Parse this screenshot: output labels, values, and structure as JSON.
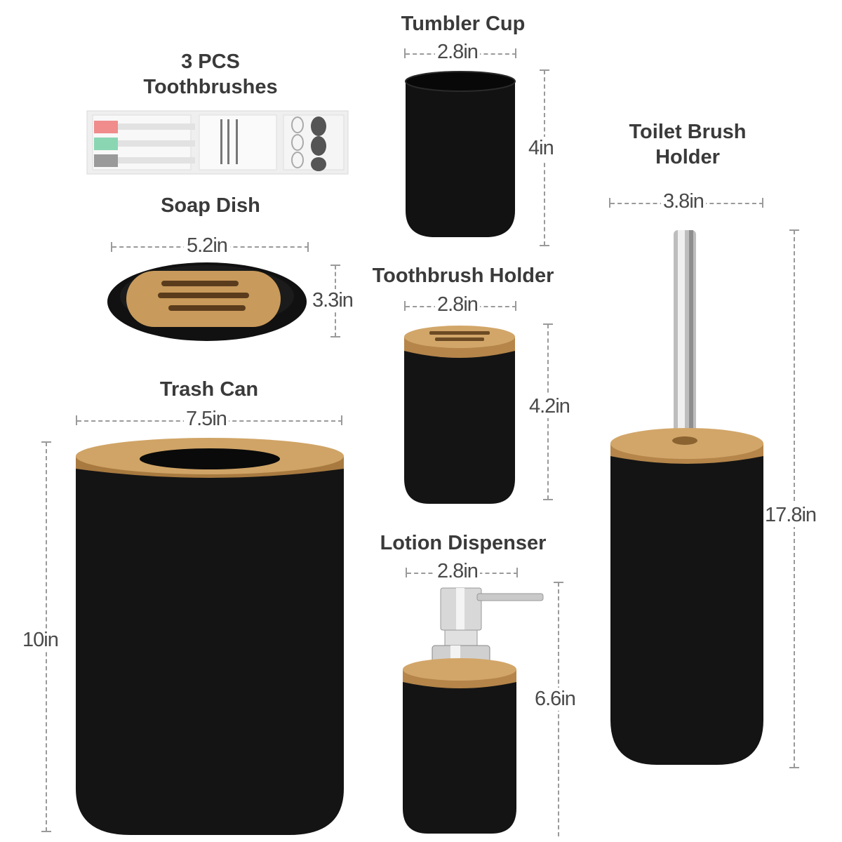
{
  "products": {
    "toothbrushes": {
      "title": "3 PCS\nToothbrushes"
    },
    "soap_dish": {
      "title": "Soap Dish",
      "width": "5.2in",
      "height": "3.3in"
    },
    "tumbler_cup": {
      "title": "Tumbler Cup",
      "width": "2.8in",
      "height": "4in"
    },
    "toothbrush_holder": {
      "title": "Toothbrush Holder",
      "width": "2.8in",
      "height": "4.2in"
    },
    "trash_can": {
      "title": "Trash Can",
      "width": "7.5in",
      "height": "10in"
    },
    "lotion_dispenser": {
      "title": "Lotion Dispenser",
      "width": "2.8in",
      "height": "6.6in"
    },
    "toilet_brush_holder": {
      "title": "Toilet Brush\nHolder",
      "width": "3.8in",
      "height": "17.8in"
    }
  },
  "colors": {
    "body": "#111111",
    "bamboo": "#c89a5b",
    "steel": "#c8c8c8"
  }
}
